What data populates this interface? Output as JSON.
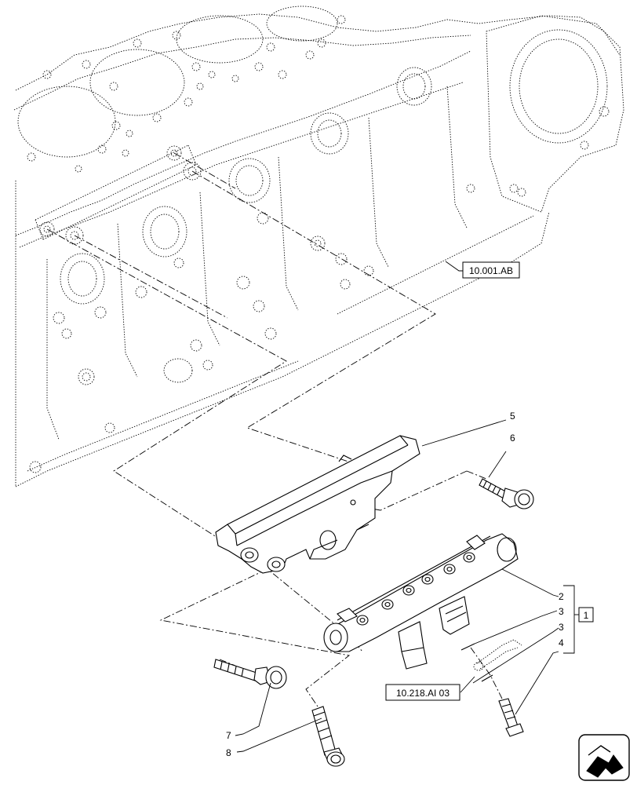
{
  "callouts": {
    "item_1": "1",
    "item_2": "2",
    "item_3a": "3",
    "item_3b": "3",
    "item_4": "4",
    "item_5": "5",
    "item_6": "6",
    "item_7": "7",
    "item_8": "8"
  },
  "references": {
    "engine_block": "10.001.AB",
    "injector_line": "10.218.AI 03"
  },
  "icons": {
    "orientation": "direction-arrow-icon"
  },
  "colors": {
    "line": "#000000",
    "background": "#ffffff"
  }
}
